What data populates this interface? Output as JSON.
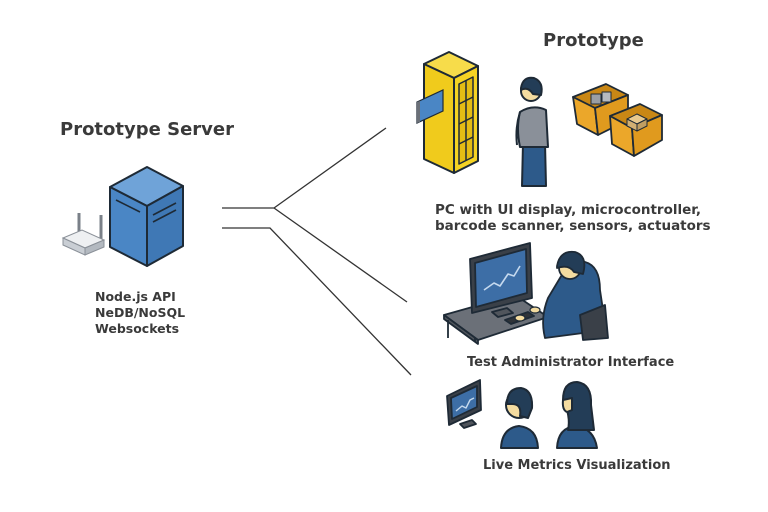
{
  "server": {
    "title": "Prototype Server",
    "lines": [
      "Node.js API",
      "NeDB/NoSQL",
      "Websockets"
    ]
  },
  "prototype": {
    "title": "Prototype",
    "caption_line1": "PC with UI display, microcontroller,",
    "caption_line2": "barcode scanner, sensors, actuators"
  },
  "admin": {
    "caption": "Test Administrator Interface"
  },
  "metrics": {
    "caption": "Live Metrics Visualization"
  },
  "colors": {
    "server_blue": "#4a86c5",
    "cabinet_yellow": "#f5d323",
    "bin_orange": "#eba72a",
    "shirt_blue": "#2d5a8a",
    "outline": "#1e2a36"
  }
}
